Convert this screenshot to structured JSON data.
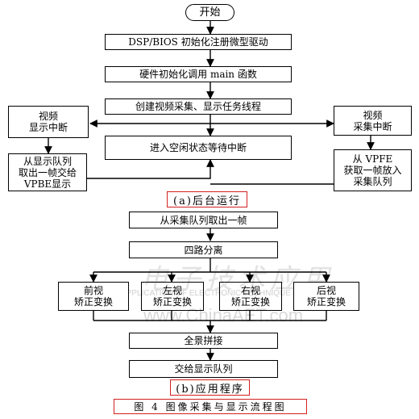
{
  "part_a": {
    "start": "开始",
    "step1": "DSP/BIOS 初始化注册微型驱动",
    "step2": "硬件初始化调用 main 函数",
    "step3": "创建视频采集、显示任务线程",
    "idle": "进入空闲状态等待中断",
    "display_isr": "视频\n显示中断",
    "capture_isr": "视频\n采集中断",
    "display_action": "从显示队列\n取出一帧交给\nVPBE显示",
    "capture_action": "从 VPFE\n获取一帧放入\n采集队列",
    "caption": "(a)后台运行"
  },
  "part_b": {
    "take_frame": "从采集队列取出一帧",
    "split": "四路分离",
    "views": [
      "前视\n矫正变换",
      "左视\n矫正变换",
      "右视\n矫正变换",
      "后视\n矫正变换"
    ],
    "stitch": "全景拼接",
    "deliver": "交给显示队列",
    "caption": "(b)应用程序"
  },
  "figure_caption": "图 4   图像采集与显示流程图",
  "watermark": {
    "cn": "电子技术应用",
    "en": "APPLICATION OF ELECTRONIC TECHNIQUE",
    "url": "www.ChinaAET.com"
  }
}
